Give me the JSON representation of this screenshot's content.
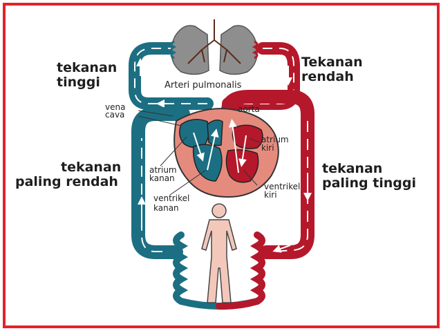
{
  "colors": {
    "frame": "#e4212b",
    "deoxygenated": "#1c6f82",
    "oxygenated": "#b5182b",
    "heart_body": "#e58b7e",
    "lungs": "#8e8e8e",
    "body_figure": "#f3c8bb"
  },
  "labels": {
    "tekanan_tinggi": {
      "line1": "tekanan",
      "line2": "tinggi"
    },
    "tekanan_rendah": {
      "line1": "Tekanan",
      "line2": "rendah"
    },
    "tekanan_paling_rendah": {
      "line1": "tekanan",
      "line2": "paling rendah"
    },
    "tekanan_paling_tinggi": {
      "line1": "tekanan",
      "line2": "paling tinggi"
    },
    "arteri_pulmonalis": "Arteri pulmonalis",
    "vena_cava": {
      "line1": "vena",
      "line2": "cava"
    },
    "aorta": "aorta",
    "atrium_kiri": {
      "line1": "atrium",
      "line2": "kiri"
    },
    "atrium_kanan": {
      "line1": "atrium",
      "line2": "kanan"
    },
    "ventrikel_kanan": {
      "line1": "ventrikel",
      "line2": "kanan"
    },
    "ventrikel_kiri": {
      "line1": "ventrikel",
      "line2": "kiri"
    }
  },
  "icons": [
    "lungs-icon",
    "heart-icon",
    "human-figure-icon",
    "capillary-bed-icon",
    "flow-arrow-icon"
  ]
}
